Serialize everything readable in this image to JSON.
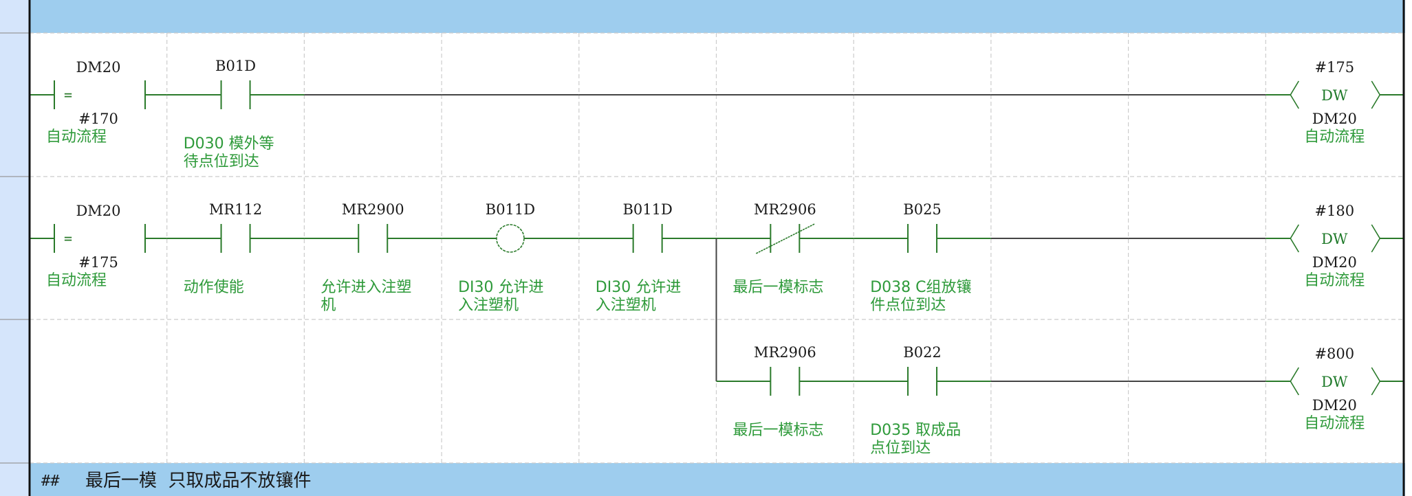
{
  "colors": {
    "header_band": "#9ecdee",
    "side_bar": "#d5e5fb",
    "element_green": "#2a7a2a",
    "comment_green": "#2e9a3a",
    "wire_dark": "#444444",
    "grid_dashed": "#cccccc",
    "rail": "#111111"
  },
  "top_section": {
    "title": ""
  },
  "bottom_section": {
    "marker": "##",
    "title": "最后一模  只取成品不放镶件"
  },
  "rungs": [
    {
      "elements": [
        {
          "type": "compare",
          "col": 0,
          "operator": "=",
          "operand1": "DM20",
          "operand2": "#170",
          "comment": [
            "自动流程"
          ]
        },
        {
          "type": "contact_no",
          "col": 1,
          "device": "B01D",
          "comment": [
            "D030 模外等",
            "待点位到达"
          ]
        },
        {
          "type": "coil_dw",
          "col": 9,
          "instruction": "DW",
          "source": "#175",
          "dest": "DM20",
          "comment": [
            "自动流程"
          ]
        }
      ]
    },
    {
      "elements": [
        {
          "type": "compare",
          "col": 0,
          "operator": "=",
          "operand1": "DM20",
          "operand2": "#175",
          "comment": [
            "自动流程"
          ]
        },
        {
          "type": "contact_no",
          "col": 1,
          "device": "MR112",
          "comment": [
            "动作使能"
          ]
        },
        {
          "type": "contact_no",
          "col": 2,
          "device": "MR2900",
          "comment": [
            "允许进入注塑",
            "机"
          ]
        },
        {
          "type": "coil_out",
          "col": 3,
          "device": "B011D",
          "comment": [
            "DI30 允许进",
            "入注塑机"
          ]
        },
        {
          "type": "contact_no",
          "col": 4,
          "device": "B011D",
          "comment": [
            "DI30 允许进",
            "入注塑机"
          ]
        },
        {
          "type": "contact_nc",
          "col": 5,
          "device": "MR2906",
          "comment": [
            "最后一模标志"
          ]
        },
        {
          "type": "contact_no",
          "col": 6,
          "device": "B025",
          "comment": [
            "D038 C组放镶",
            "件点位到达"
          ]
        },
        {
          "type": "coil_dw",
          "col": 9,
          "instruction": "DW",
          "source": "#180",
          "dest": "DM20",
          "comment": [
            "自动流程"
          ]
        }
      ]
    },
    {
      "branch_from_col": 5,
      "elements": [
        {
          "type": "contact_no",
          "col": 5,
          "device": "MR2906",
          "comment": [
            "最后一模标志"
          ]
        },
        {
          "type": "contact_no",
          "col": 6,
          "device": "B022",
          "comment": [
            "D035 取成品",
            "点位到达"
          ]
        },
        {
          "type": "coil_dw",
          "col": 9,
          "instruction": "DW",
          "source": "#800",
          "dest": "DM20",
          "comment": [
            "自动流程"
          ]
        }
      ]
    }
  ]
}
